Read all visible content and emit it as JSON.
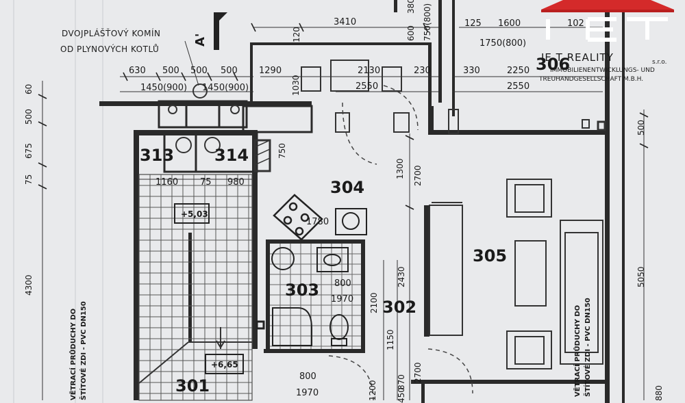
{
  "notes": {
    "chimney_line1": "DVOJPLÁŠŤOVÝ KOMÍN",
    "chimney_line2": "OD PLYNOVÝCH KOTLŮ",
    "section_mark": "A'",
    "vent_left_1": "VĚTRACÍ PRŮDUCHY DO",
    "vent_left_2": "ŠTÍTOVÉ ZDI - PVC DN150",
    "vent_right_1": "VĚTRACÍ PRŮDUCHY DO",
    "vent_right_2": "ŠTÍTOVÉ ZDI - PVC DN150"
  },
  "rooms": {
    "r301": "301",
    "r302": "302",
    "r303": "303",
    "r304": "304",
    "r305": "305",
    "r306": "306",
    "r313": "313",
    "r314": "314"
  },
  "levels": {
    "upper": "+5,03",
    "lower": "+6,65"
  },
  "dimensions": {
    "top": [
      "630",
      "500",
      "500",
      "500",
      "1450(900)",
      "1450(900)",
      "1290",
      "1030",
      "2130",
      "2550",
      "230",
      "3410",
      "120",
      "600",
      "750(800)",
      "380",
      "125",
      "1600",
      "1750(800)",
      "102",
      "330",
      "2250",
      "2550"
    ],
    "left_vertical": [
      "60",
      "500",
      "675",
      "75",
      "4300"
    ],
    "mid": [
      "1160",
      "75",
      "980",
      "750",
      "1780",
      "800",
      "1970",
      "800",
      "1970"
    ],
    "central_vertical": [
      "1300",
      "2700",
      "2430",
      "2100",
      "1150",
      "870",
      "450",
      "2700",
      "1200"
    ],
    "right_vertical": [
      "500",
      "5050",
      "880"
    ]
  },
  "branding": {
    "logo_letters": "IET",
    "company_1": "IE T REALITY",
    "company_suffix": "s.r.o.",
    "company_2": "IMMOBILIENENTWICKLUNGS- UND",
    "company_3": "TREUHANDGESELLSCHAFT M.B.H."
  }
}
